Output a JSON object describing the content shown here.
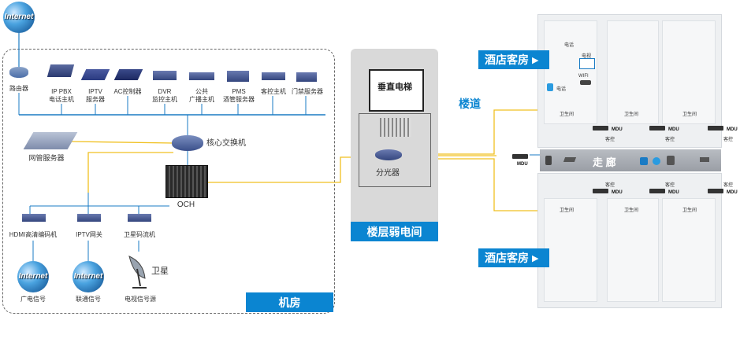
{
  "internet_top": {
    "label": "Internet"
  },
  "machine_room": {
    "title": "机房",
    "devices": [
      {
        "id": "router",
        "label": "路由器"
      },
      {
        "id": "ippbx",
        "label": "IP PBX\n电话主机"
      },
      {
        "id": "iptv",
        "label": "IPTV\n服务器"
      },
      {
        "id": "ac",
        "label": "AC控制器"
      },
      {
        "id": "dvr",
        "label": "DVR\n监控主机"
      },
      {
        "id": "broadcast",
        "label": "公共\n广播主机"
      },
      {
        "id": "pms",
        "label": "PMS\n酒管服务器"
      },
      {
        "id": "guest_ctrl",
        "label": "客控主机"
      },
      {
        "id": "access",
        "label": "门禁服务器"
      }
    ],
    "nms": "网管服务器",
    "core_switch": "核心交换机",
    "och": "OCH",
    "encoders": [
      {
        "id": "hdmi",
        "label": "HDMI高清编码机"
      },
      {
        "id": "iptv_gw",
        "label": "IPTV网关"
      },
      {
        "id": "sat_stream",
        "label": "卫星码流机"
      }
    ],
    "sources": [
      {
        "id": "cable",
        "globe": "Internet",
        "label": "广电信号"
      },
      {
        "id": "unicom",
        "globe": "Internet",
        "label": "联通信号"
      },
      {
        "id": "tv",
        "label": "电视信号源"
      }
    ],
    "satellite": "卫星"
  },
  "weak_room": {
    "title": "楼层弱电间",
    "elevator": "垂直电梯",
    "splitter": "分光器"
  },
  "hotel": {
    "rooms_top": "酒店客房",
    "rooms_bottom": "酒店客房",
    "arrow": "▶",
    "corridor": "楼道",
    "hallway": "走 廊",
    "mdu": "MDU",
    "guest_ctrl": "客控",
    "bathroom": "卫生间",
    "room_devices": {
      "phone": "电话",
      "tv": "电视",
      "wifi": "WIFI",
      "phone2": "电话"
    }
  },
  "colors": {
    "accent": "#0b85d1",
    "fiber": "#f0c020",
    "network": "#1a7bc4"
  }
}
